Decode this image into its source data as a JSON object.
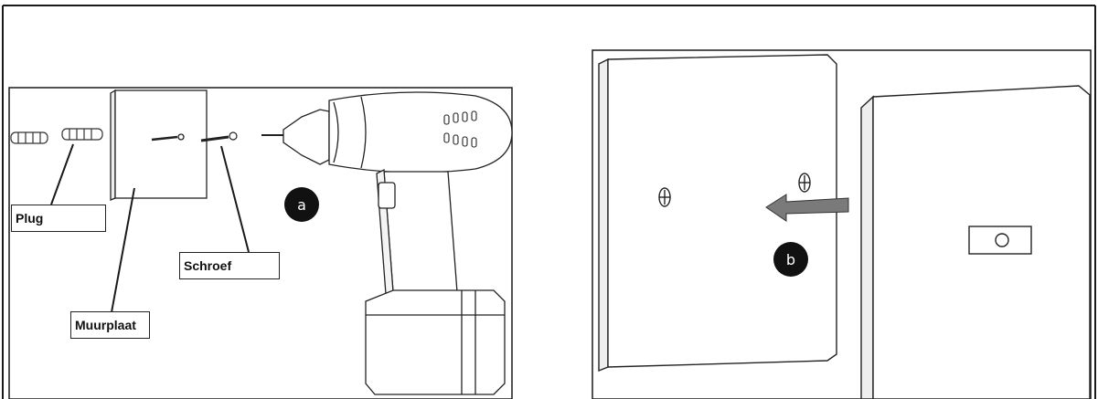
{
  "panels": {
    "left": {
      "labels": {
        "plug": "Plug",
        "muurplaat": "Muurplaat",
        "schroef": "Schroef"
      },
      "step_badge": "a"
    },
    "right": {
      "step_badge": "b"
    }
  },
  "colors": {
    "line": "#1a1a1a",
    "badge": "#111111",
    "arrow": "#7a7a7a"
  }
}
